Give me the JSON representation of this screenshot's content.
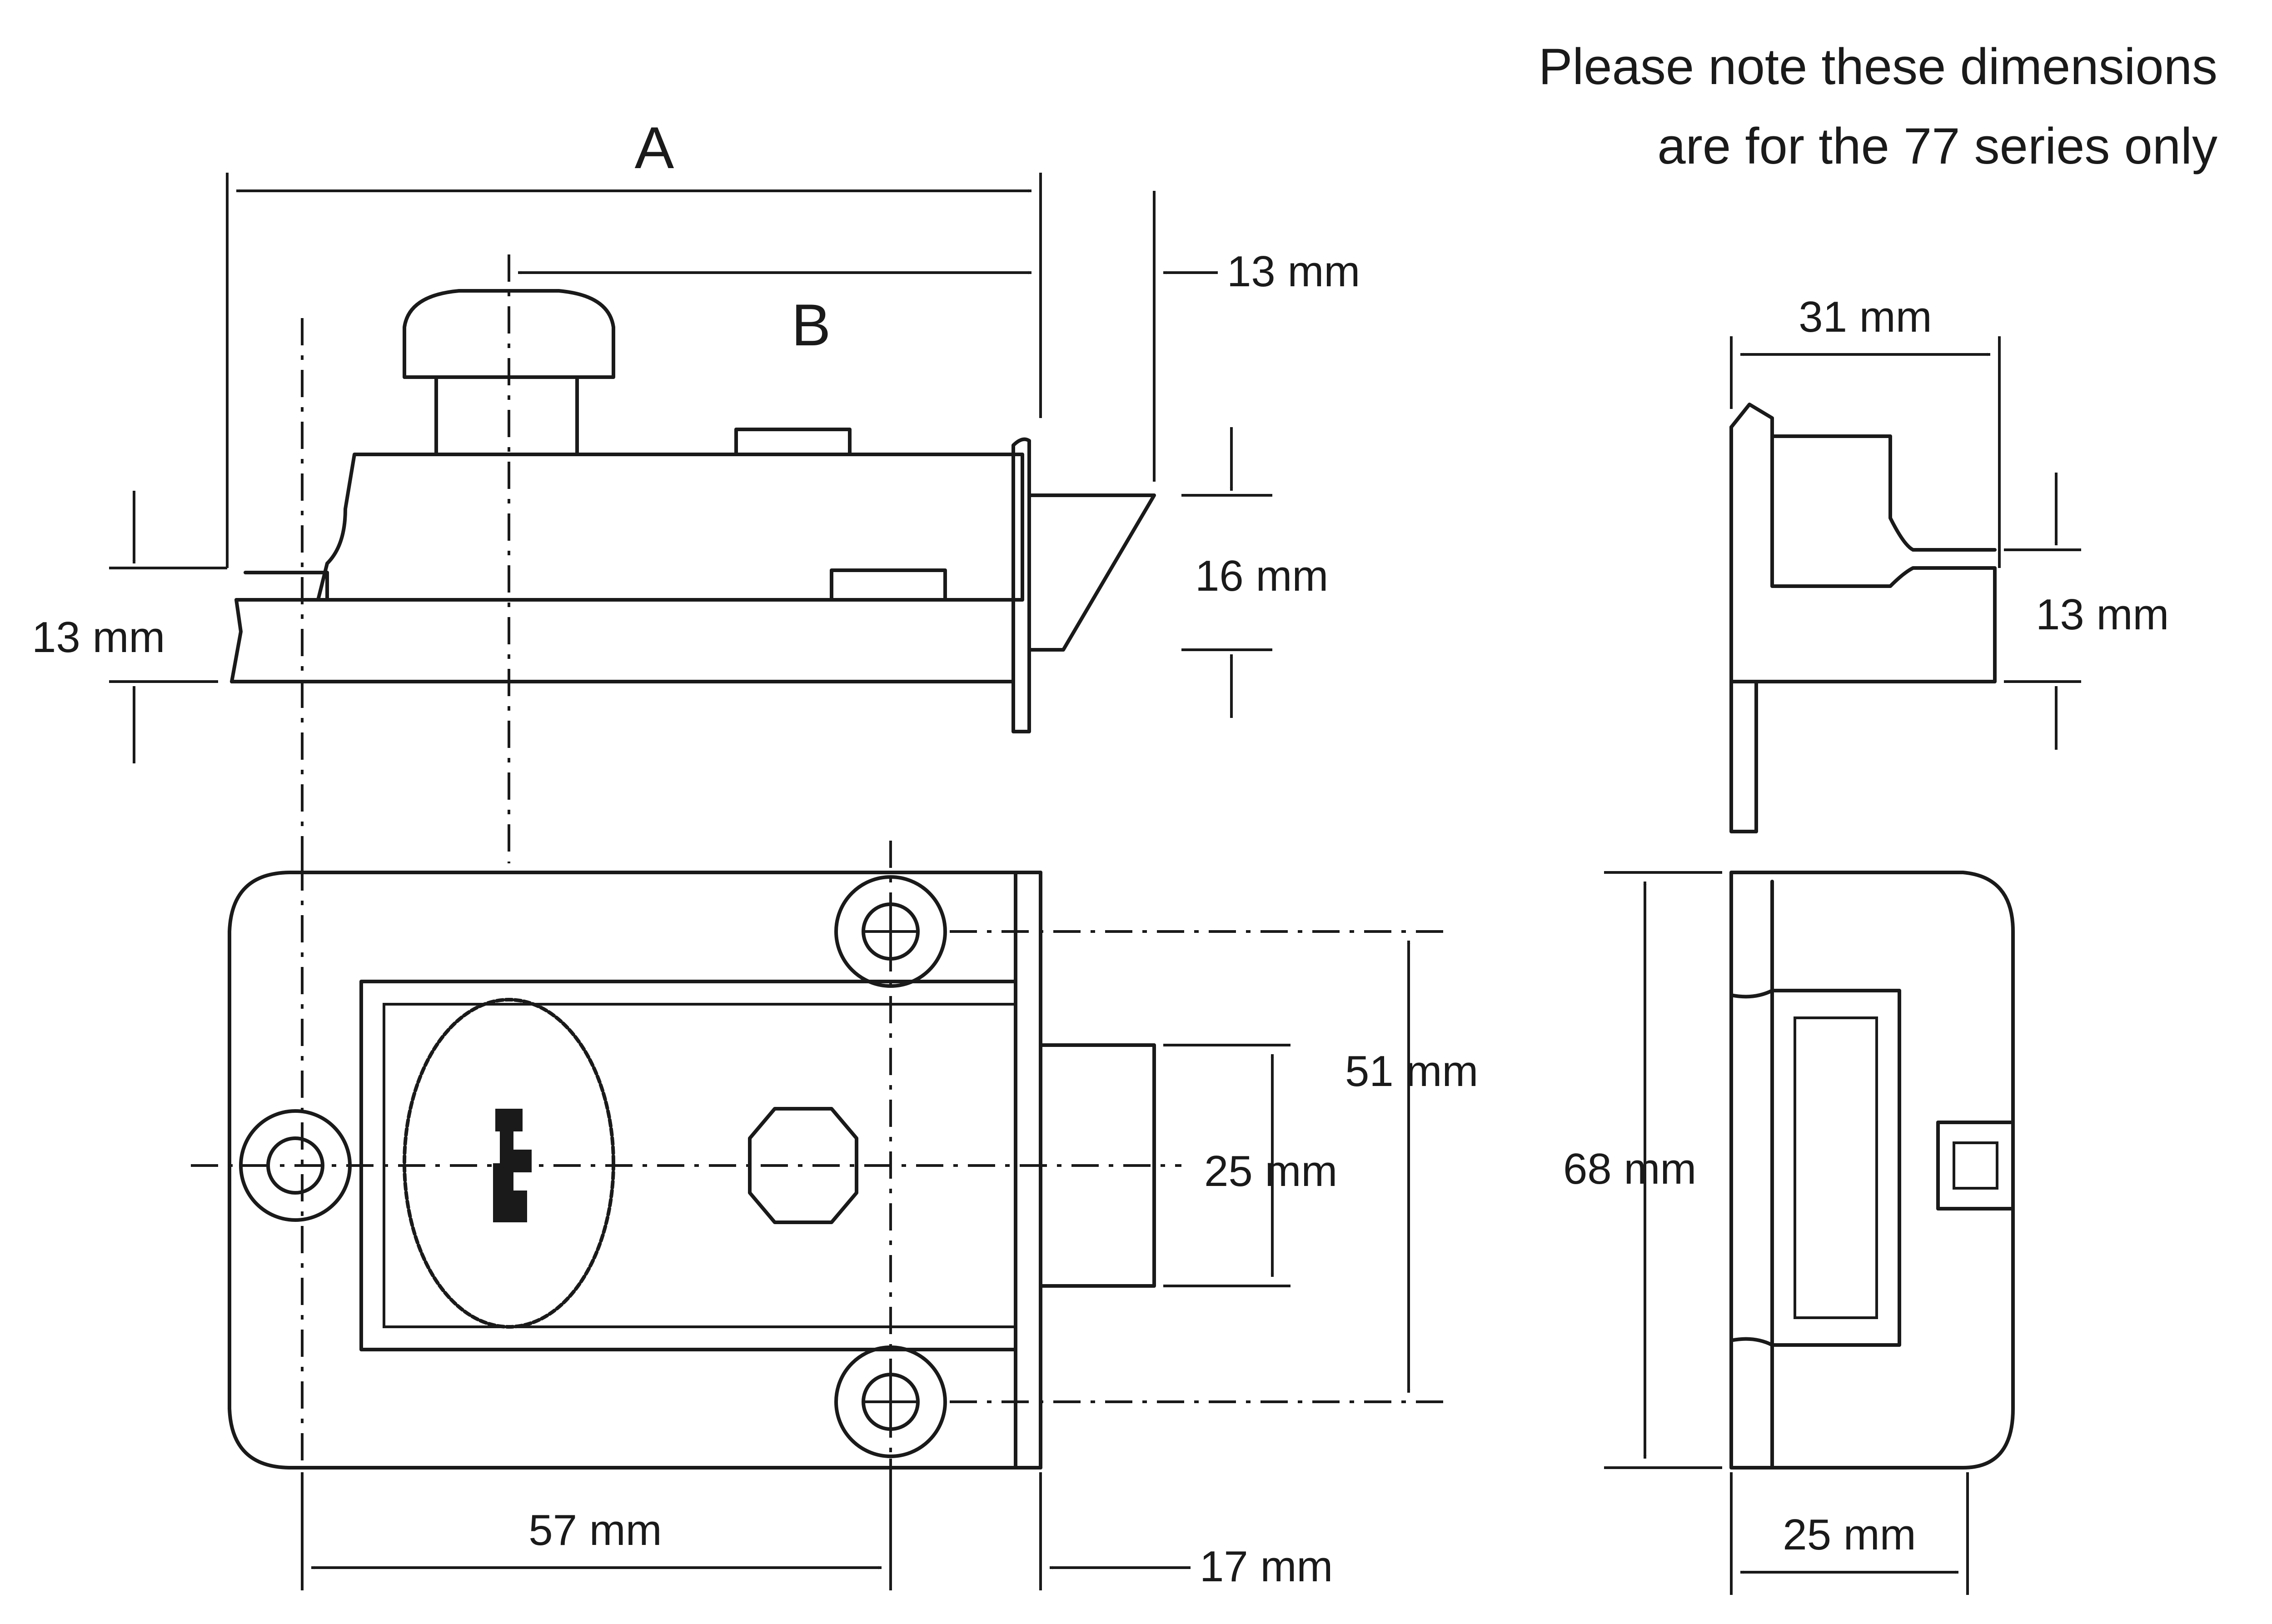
{
  "note": {
    "line1": "Please note these dimensions",
    "line2": "are for the 77 series only"
  },
  "labels": {
    "a": "A",
    "b": "B",
    "projection_top": "13 mm",
    "bolt_height": "16 mm",
    "base_thickness": "13 mm",
    "side_width": "31 mm",
    "side_thickness": "13 mm",
    "screw_spacing": "51 mm",
    "bolt_width": "25 mm",
    "body_height": "68 mm",
    "backset": "57 mm",
    "bolt_projection": "17 mm",
    "side_depth": "25 mm"
  }
}
